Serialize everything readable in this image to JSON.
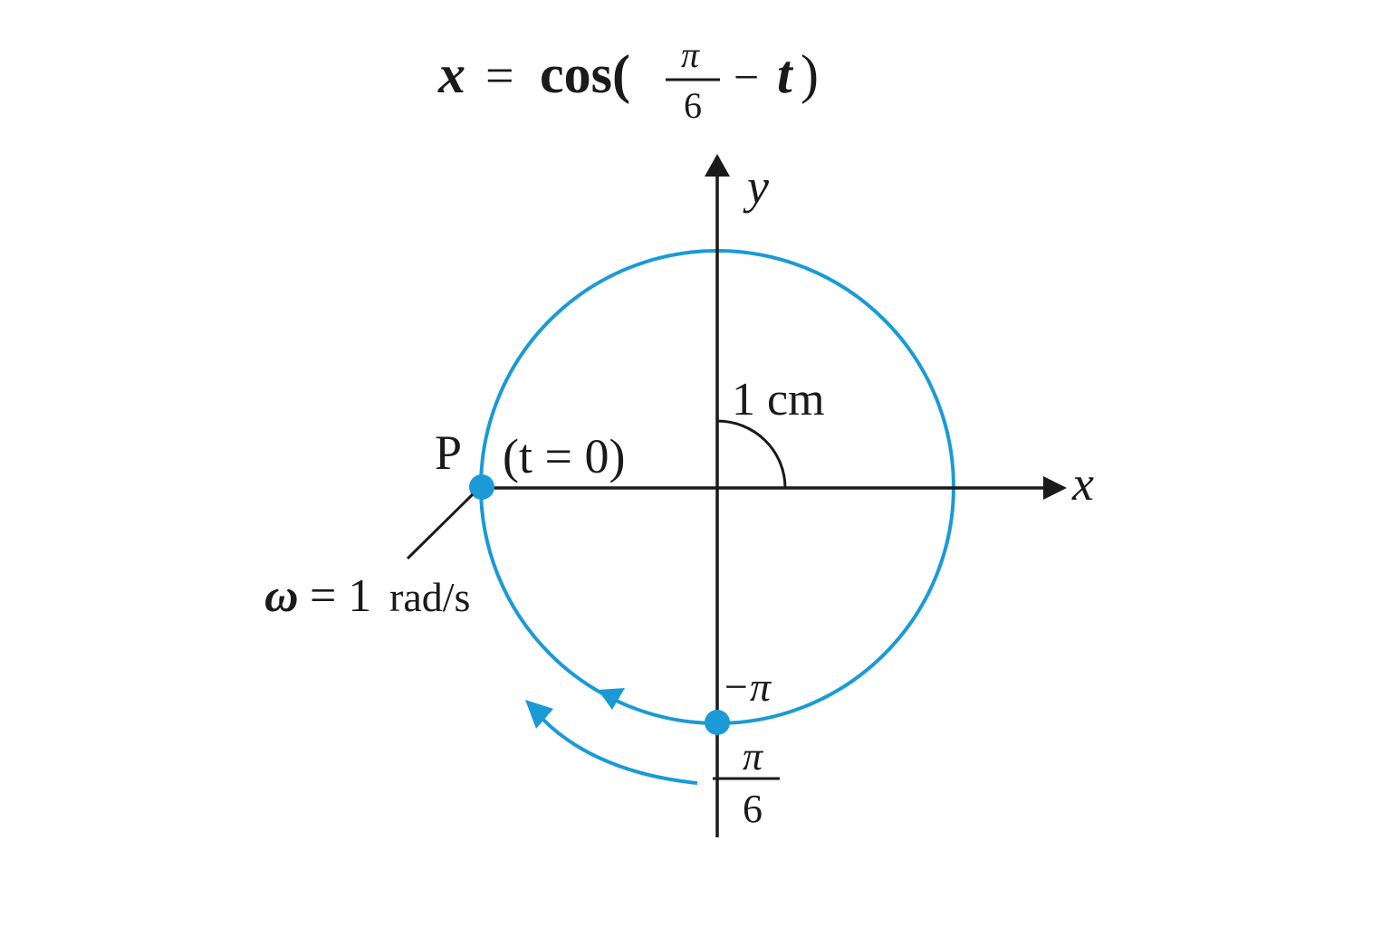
{
  "diagram": {
    "type": "phasor-circle",
    "title": {
      "lhs": "x",
      "equals": "=",
      "func": "cos(",
      "frac_num": "π",
      "frac_den": "6",
      "minus": "−",
      "var": "t",
      "close": ")"
    },
    "axes": {
      "x_label": "x",
      "y_label": "y"
    },
    "circle": {
      "radius_label": "1 cm",
      "color": "#1a9ad6"
    },
    "point_p": {
      "label": "P",
      "time_label": "(t = 0)"
    },
    "angular_velocity": {
      "label_symbol": "ω",
      "label_value": "= 1",
      "label_unit": "rad/s"
    },
    "bottom_point": {
      "angle_label": "−π",
      "frac_num": "π",
      "frac_den": "6"
    },
    "colors": {
      "accent": "#1a9ad6",
      "ink": "#1a1a1a",
      "background": "#ffffff"
    }
  }
}
